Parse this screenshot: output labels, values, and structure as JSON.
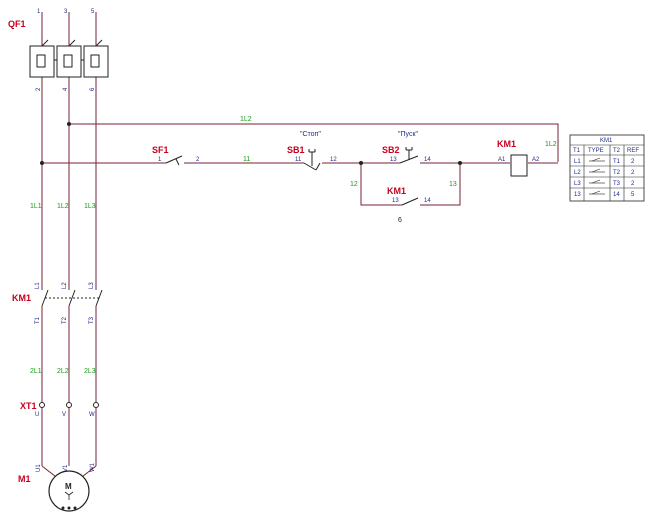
{
  "colors": {
    "wire": "#7a2030",
    "tag": "#c8001e",
    "pin": "#1f2a8c",
    "wire_label": "#1a9a1a",
    "component": "#222222"
  },
  "qf1": {
    "tag": "QF1",
    "top_pins": [
      "1",
      "3",
      "5"
    ],
    "bottom_pins": [
      "2",
      "4",
      "6"
    ]
  },
  "wires": {
    "v_1L": [
      "1L1",
      "1L2",
      "1L3"
    ],
    "v_2L": [
      "2L1",
      "2L2",
      "2L3"
    ],
    "top_bus": "1L2",
    "right_bus": "1L2",
    "w11": "11",
    "w12": "12",
    "w13": "13"
  },
  "km1_power": {
    "tag": "KM1",
    "top_pins": [
      "L1",
      "L2",
      "L3"
    ],
    "bottom_pins": [
      "T1",
      "T2",
      "T3"
    ]
  },
  "xt1": {
    "tag": "XT1",
    "pins": [
      "U",
      "V",
      "W"
    ]
  },
  "m1": {
    "tag": "M1",
    "symbol": "M",
    "pins": [
      "U1",
      "V1",
      "W1"
    ]
  },
  "sf1": {
    "tag": "SF1",
    "pin_left": "1",
    "pin_right": "2"
  },
  "sb1": {
    "tag": "SB1",
    "caption": "\"Стоп\"",
    "pin_left": "11",
    "pin_right": "12"
  },
  "sb2": {
    "tag": "SB2",
    "caption": "\"Пуск\"",
    "pin_left": "13",
    "pin_right": "14"
  },
  "km1_aux": {
    "tag": "KM1",
    "pin_left": "13",
    "pin_right": "14",
    "ref": "6"
  },
  "km1_coil": {
    "tag": "KM1",
    "pin_left": "A1",
    "pin_right": "A2"
  },
  "contact_table": {
    "title": "KM1",
    "headers": [
      "T1",
      "TYPE",
      "T2",
      "REF"
    ],
    "rows": [
      [
        "L1",
        "T1",
        "2"
      ],
      [
        "L2",
        "T2",
        "2"
      ],
      [
        "L3",
        "T3",
        "2"
      ],
      [
        "13",
        "14",
        "5"
      ]
    ]
  }
}
